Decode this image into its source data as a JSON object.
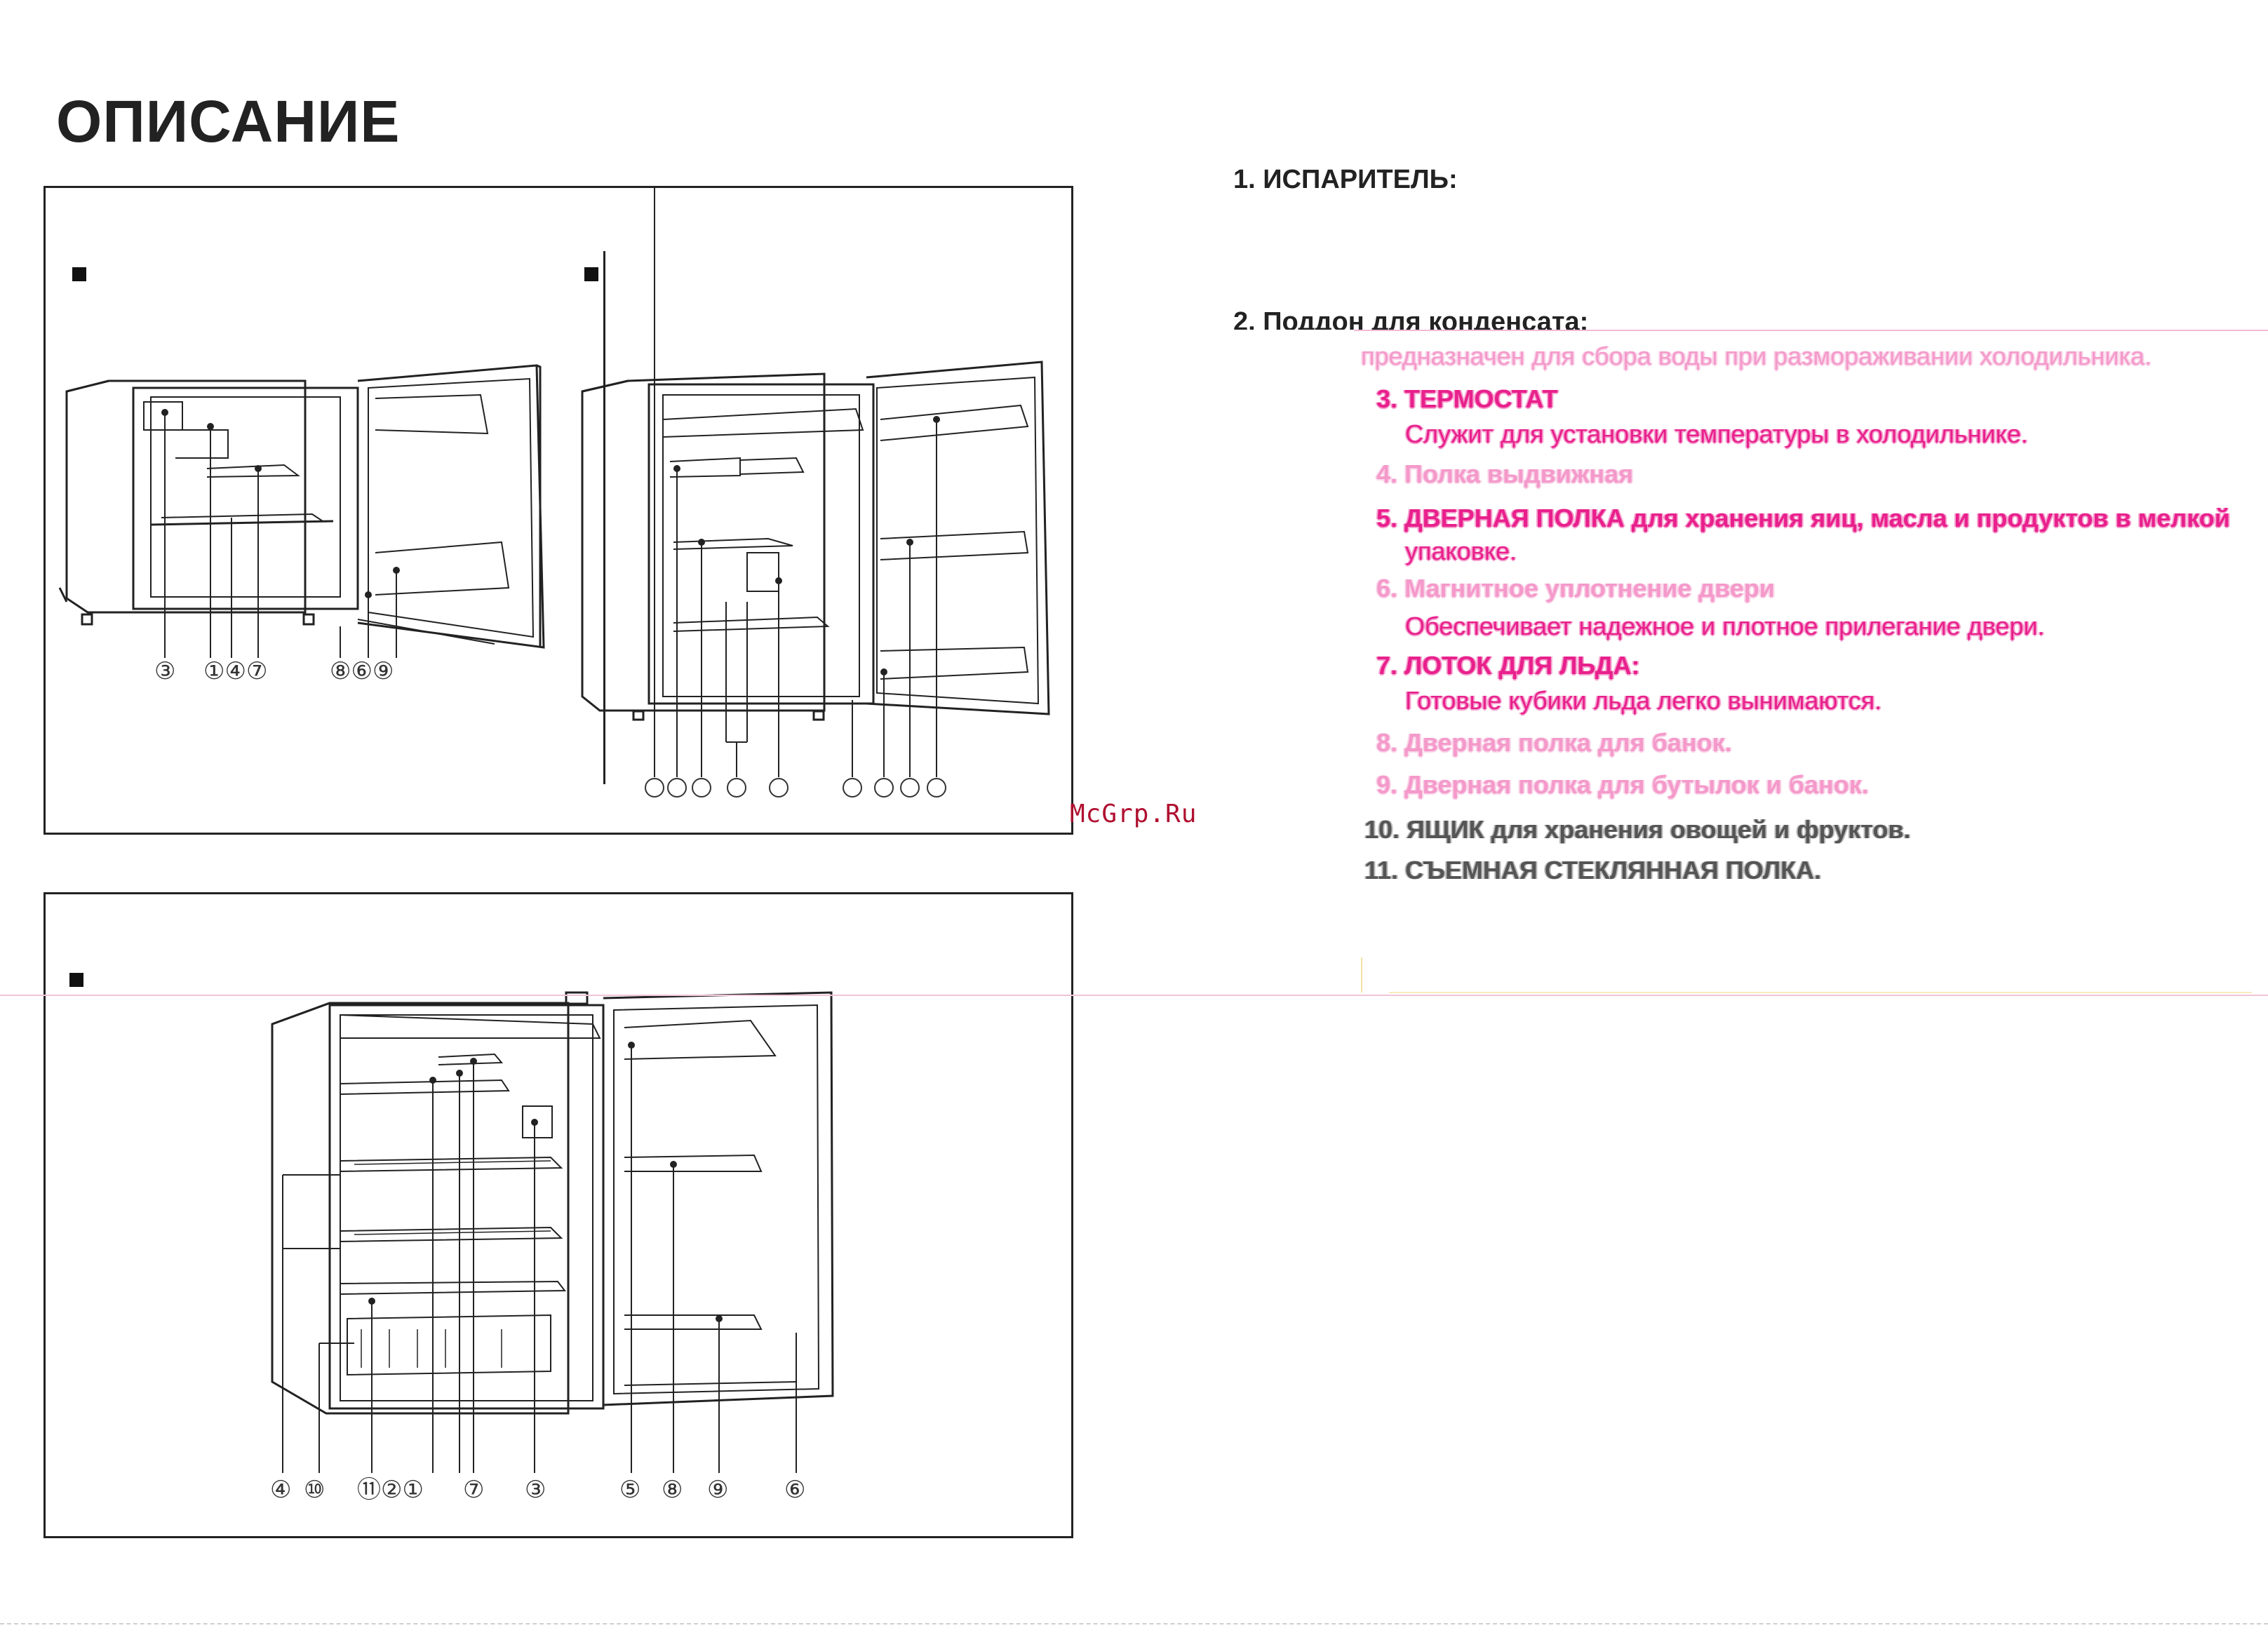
{
  "page": {
    "title": "ОПИСАНИЕ",
    "watermark": "McGrp.Ru"
  },
  "diagrams": {
    "top_left_callouts": [
      "③",
      "①④⑦",
      "⑧⑥⑨"
    ],
    "top_right_callouts": [
      "○",
      "○",
      "○",
      "○",
      "○",
      "○",
      "○",
      "○",
      "○"
    ],
    "bottom_callouts": [
      "④",
      "⑩",
      "⑪②①",
      "⑦",
      "③",
      "⑤",
      "⑧",
      "⑨",
      "⑥"
    ]
  },
  "description": {
    "item1_heading": "1. ИСПАРИТЕЛЬ:",
    "item1_garbled": [
      "⁭⁭⁭⁭⁭⁭⁭ ⁭⁭⁭⁭⁭⁭⁭⁭⁭⁭",
      "⁭⁭⁭⁭⁭⁭⁭⁭⁭⁭ ⁭ ⁭⁭⁭⁭⁭⁭⁭⁭",
      "⁭⁭⁭⁭⁭⁭ ⁭⁭ ⁭⁭⁭ ⁭⁭⁭ ⁭"
    ],
    "item2_heading": "2. Поддон для конденсата:",
    "item2_text": "предназначен для сбора воды при размораживании холодильника.",
    "item3_heading": "3. ТЕРМОСТАТ",
    "item3_text": "Служит для установки температуры в холодильнике.",
    "item4": "4. Полка выдвижная",
    "item5_heading": "5. ДВЕРНАЯ ПОЛКА для хранения яиц, масла и продуктов в мелкой",
    "item5_cont": "упаковке.",
    "item6_heading": "6. Магнитное уплотнение двери",
    "item6_text": "Обеспечивает надежное и плотное прилегание двери.",
    "item7_heading": "7. ЛОТОК ДЛЯ ЛЬДА:",
    "item7_text": "Готовые кубики льда легко вынимаются.",
    "item8": "8. Дверная полка для банок.",
    "item9": "9. Дверная полка для бутылок и банок.",
    "item10": "10. ЯЩИК для хранения овощей и фруктов.",
    "item11": "11. СЪЕМНАЯ СТЕКЛЯННАЯ ПОЛКА."
  }
}
